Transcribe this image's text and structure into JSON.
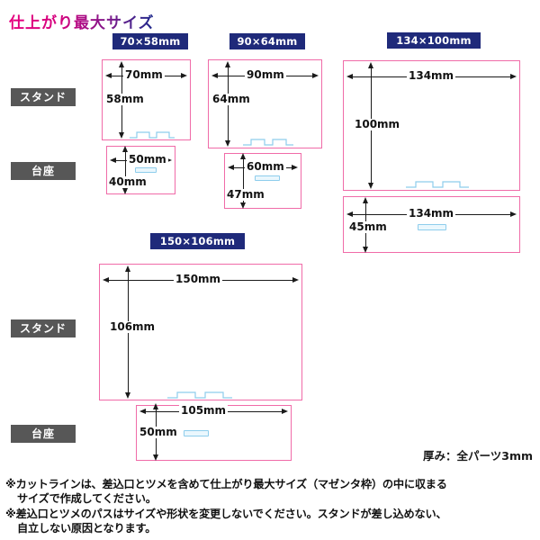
{
  "title": "仕上がり最大サイズ",
  "row_labels": {
    "stand": "スタンド",
    "base": "台座"
  },
  "columns": [
    {
      "badge": "70×58mm",
      "stand": {
        "width": "70mm",
        "height": "58mm"
      },
      "base": {
        "width": "50mm",
        "height": "40mm"
      }
    },
    {
      "badge": "90×64mm",
      "stand": {
        "width": "90mm",
        "height": "64mm"
      },
      "base": {
        "width": "60mm",
        "height": "47mm"
      }
    },
    {
      "badge": "134×100mm",
      "stand": {
        "width": "134mm",
        "height": "100mm"
      },
      "base": {
        "width": "134mm",
        "height": "45mm"
      }
    },
    {
      "badge": "150×106mm",
      "stand": {
        "width": "150mm",
        "height": "106mm"
      },
      "base": {
        "width": "105mm",
        "height": "50mm"
      }
    }
  ],
  "thickness_note": "厚み：全パーツ3mm",
  "notes": [
    {
      "line1": "※カットラインは、差込口とツメを含めて仕上がり最大サイズ（マゼンタ枠）の中に収まる",
      "line2": "サイズで作成してください。"
    },
    {
      "line1": "※差込口とツメのパスはサイズや形状を変更しないでください。スタンドが差し込めない、",
      "line2": "自立しない原因となります。"
    }
  ],
  "colors": {
    "badge_bg": "#1f2a7a",
    "row_label_bg": "#575757",
    "magenta_frame": "#f06ba8",
    "slot_stroke": "#8ecdec",
    "slot_fill": "#eaf7fd",
    "title_accent": "#e6007e"
  }
}
